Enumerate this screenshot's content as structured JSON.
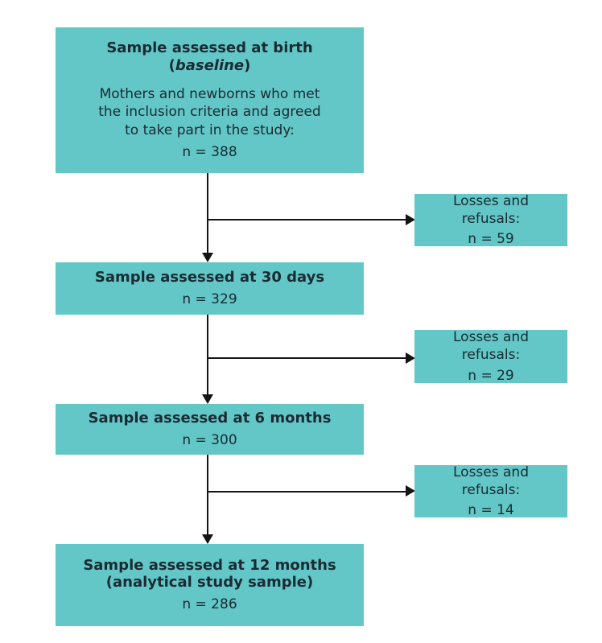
{
  "colors": {
    "box_bg": "#63c6c7",
    "text_dark": "#1a2b33",
    "arrow": "#141414",
    "page_bg": "#ffffff"
  },
  "flow": {
    "main_boxes": [
      {
        "title": "Sample assessed at birth",
        "subtitle_pre": "(",
        "subtitle_italic": "baseline",
        "subtitle_post": ")",
        "body_line1": "Mothers and newborns who met",
        "body_line2": "the inclusion criteria and agreed",
        "body_line3": "to take part in the study:",
        "n": "n = 388"
      },
      {
        "title": "Sample assessed at 30 days",
        "n": "n = 329"
      },
      {
        "title": "Sample assessed at 6 months",
        "n": "n = 300"
      },
      {
        "title": "Sample assessed at 12 months",
        "subtitle": "(analytical study sample)",
        "n": "n = 286"
      }
    ],
    "side_boxes": [
      {
        "label": "Losses and refusals:",
        "n": "n = 59"
      },
      {
        "label": "Losses and refusals:",
        "n": "n = 29"
      },
      {
        "label": "Losses and refusals:",
        "n": "n = 14"
      }
    ]
  }
}
